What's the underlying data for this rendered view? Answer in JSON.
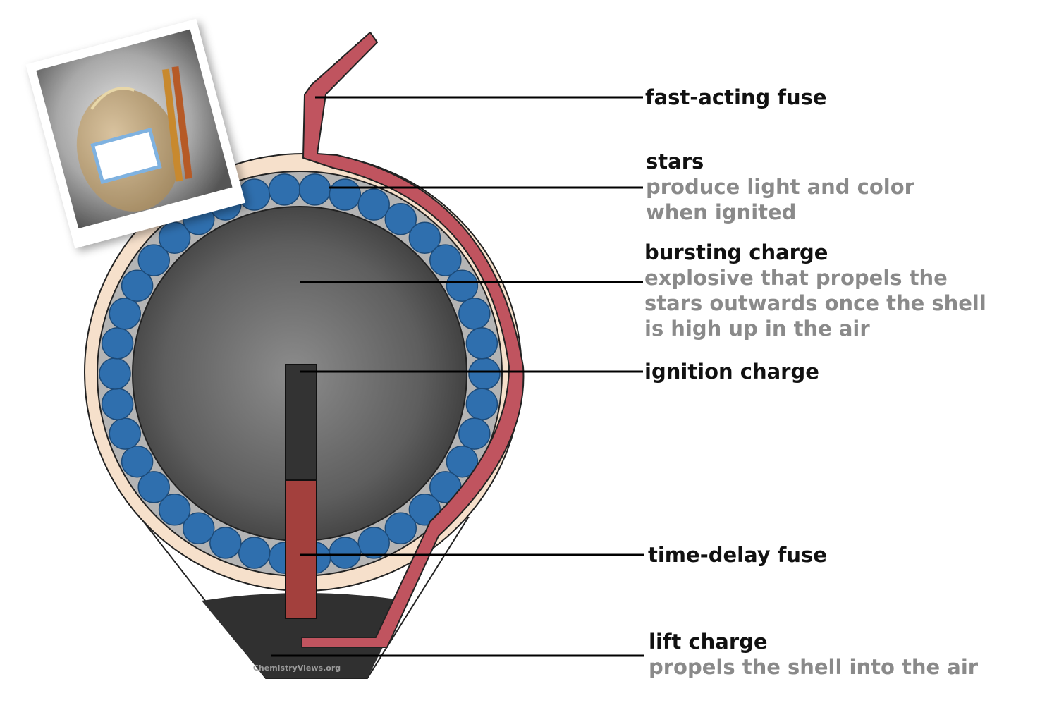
{
  "labels": {
    "fast_acting_fuse": {
      "title": "fast-acting fuse"
    },
    "stars": {
      "title": "stars",
      "desc_line1": "produce light and color",
      "desc_line2": "when ignited"
    },
    "bursting_charge": {
      "title": "bursting charge",
      "desc_line1": "explosive that propels the",
      "desc_line2": "stars outwards once the shell",
      "desc_line3": "is high up in the air"
    },
    "ignition_charge": {
      "title": "ignition charge"
    },
    "time_delay_fuse": {
      "title": "time-delay fuse"
    },
    "lift_charge": {
      "title": "lift charge",
      "desc_line1": "propels the shell into the air"
    }
  },
  "watermark": "ChemistryViews.org",
  "colors": {
    "fuse": "#c0545f",
    "star": "#2f6fae",
    "casing": "#f6e0cb",
    "bursting_charge": "#6b6b6b",
    "ignition_charge": "#333333",
    "time_delay_fuse": "#a3403d",
    "lift_charge": "#303030"
  },
  "photo_icon": "firework-shell-photo"
}
